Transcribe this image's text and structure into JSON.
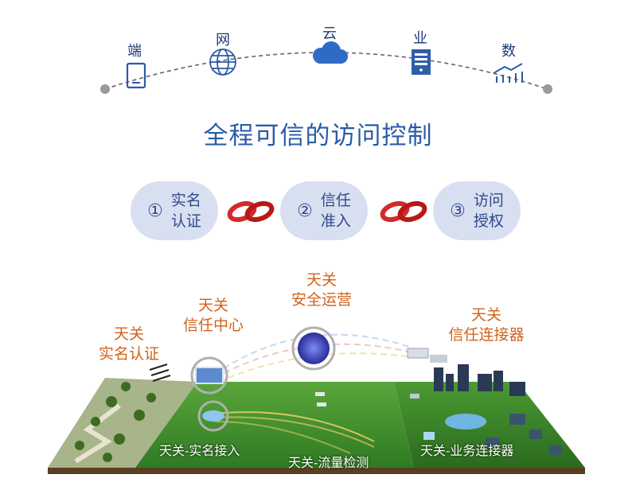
{
  "arc": {
    "items": [
      {
        "label": "端",
        "icon": "tablet-icon"
      },
      {
        "label": "网",
        "icon": "globe-icon"
      },
      {
        "label": "云",
        "icon": "cloud-icon"
      },
      {
        "label": "业",
        "icon": "server-icon"
      },
      {
        "label": "数",
        "icon": "chart-icon"
      }
    ]
  },
  "title": "全程可信的访问控制",
  "steps": [
    {
      "num": "①",
      "line1": "实名",
      "line2": "认证"
    },
    {
      "num": "②",
      "line1": "信任",
      "line2": "准入"
    },
    {
      "num": "③",
      "line1": "访问",
      "line2": "授权"
    }
  ],
  "scene": {
    "labels": [
      {
        "line1": "天关",
        "line2": "实名认证"
      },
      {
        "line1": "天关",
        "line2": "信任中心"
      },
      {
        "line1": "天关",
        "line2": "安全运营"
      },
      {
        "line1": "天关",
        "line2": "信任连接器"
      }
    ],
    "ground_labels": [
      "天关-实名接入",
      "天关-流量检测",
      "天关-业务连接器"
    ]
  },
  "colors": {
    "title": "#2a5ba8",
    "pill": "#d8dff0",
    "orange": "#d0621a",
    "link": "#d42a2a",
    "grass": "#3f8a2e"
  }
}
